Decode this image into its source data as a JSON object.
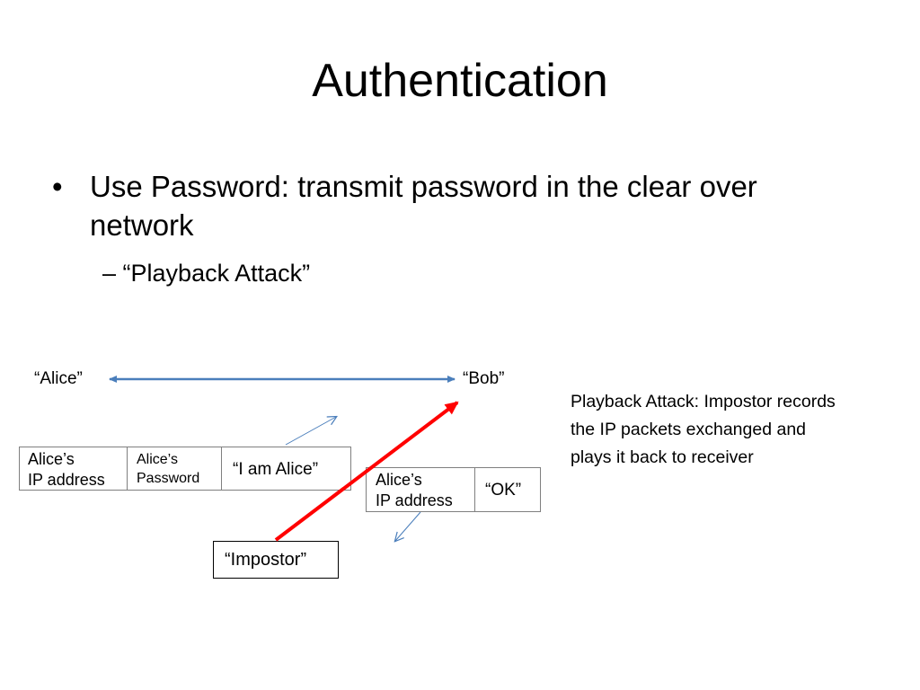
{
  "title": "Authentication",
  "bullet": {
    "symbol": "•",
    "text": "Use Password: transmit password in the clear over network"
  },
  "sub_bullet": {
    "symbol": "–",
    "text": "“Playback Attack”"
  },
  "diagram": {
    "alice_label": "“Alice”",
    "bob_label": "“Bob”",
    "packet1": {
      "field1_line1": "Alice’s",
      "field1_line2": "IP address",
      "field2_line1": "Alice’s",
      "field2_line2": "Password",
      "field3": "“I am Alice”"
    },
    "packet2": {
      "field1_line1": "Alice’s",
      "field1_line2": "IP address",
      "field2": "“OK”"
    },
    "impostor_label": "“Impostor”",
    "note": "Playback Attack: Impostor records the IP packets exchanged and plays it back to receiver",
    "colors": {
      "alice_bob_link": "#4a7ebb",
      "impostor_arrow": "#ff0000",
      "packet_direction_arrows": "#4a7ebb",
      "box_border": "#7f7f7f"
    }
  }
}
